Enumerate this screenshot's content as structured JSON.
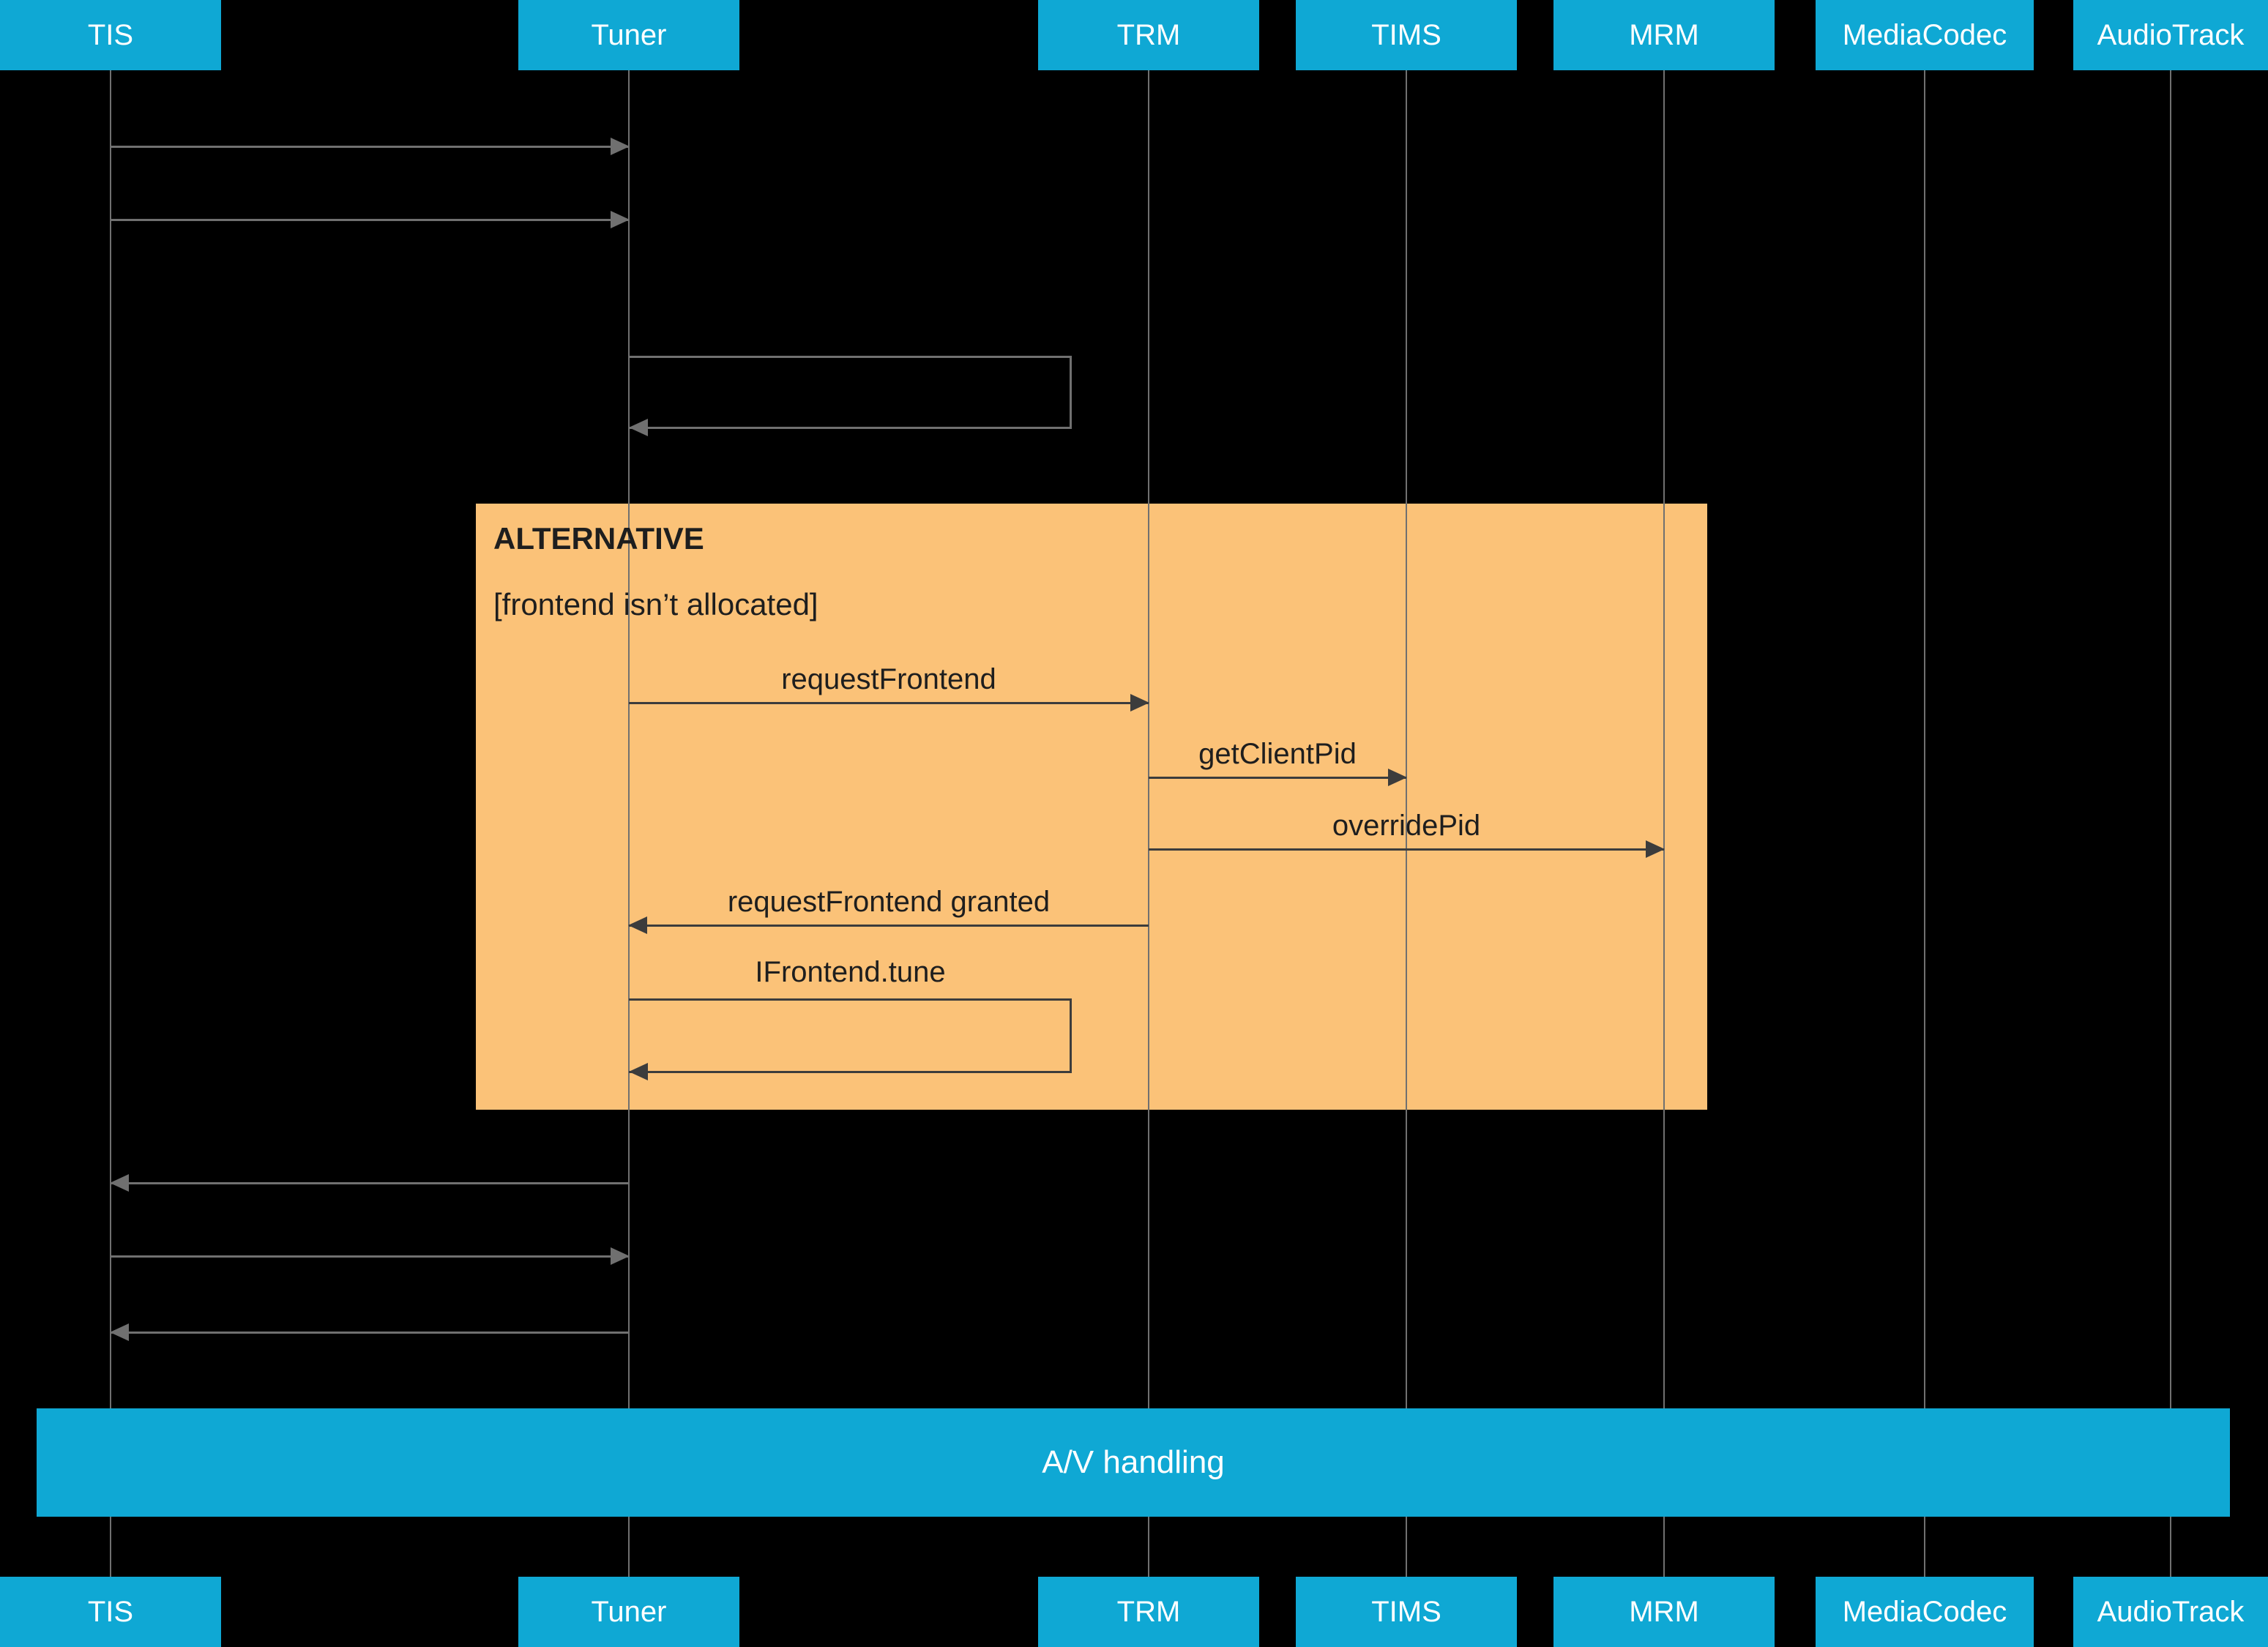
{
  "diagram_type": "sequence-diagram",
  "participants": [
    {
      "label": "TIS"
    },
    {
      "label": "Tuner"
    },
    {
      "label": "TRM"
    },
    {
      "label": "TIMS"
    },
    {
      "label": "MRM"
    },
    {
      "label": "MediaCodec"
    },
    {
      "label": "AudioTrack"
    }
  ],
  "alt": {
    "title": "ALTERNATIVE",
    "guard": "[frontend isn’t allocated]"
  },
  "messages": {
    "request_frontend": "requestFrontend",
    "get_client_pid": "getClientPid",
    "override_pid": "overridePid",
    "request_frontend_granted": "requestFrontend granted",
    "ifrontend_tune": "IFrontend.tune"
  },
  "av_bar": {
    "label": "A/V handling"
  },
  "colors": {
    "background": "#000000",
    "participant_fill": "#0FA8D4",
    "participant_text": "#ffffff",
    "alt_fill": "#FBC278",
    "line": "#707070",
    "arrow_dark": "#3c3c3c",
    "text_dark": "#1e1e1e"
  }
}
